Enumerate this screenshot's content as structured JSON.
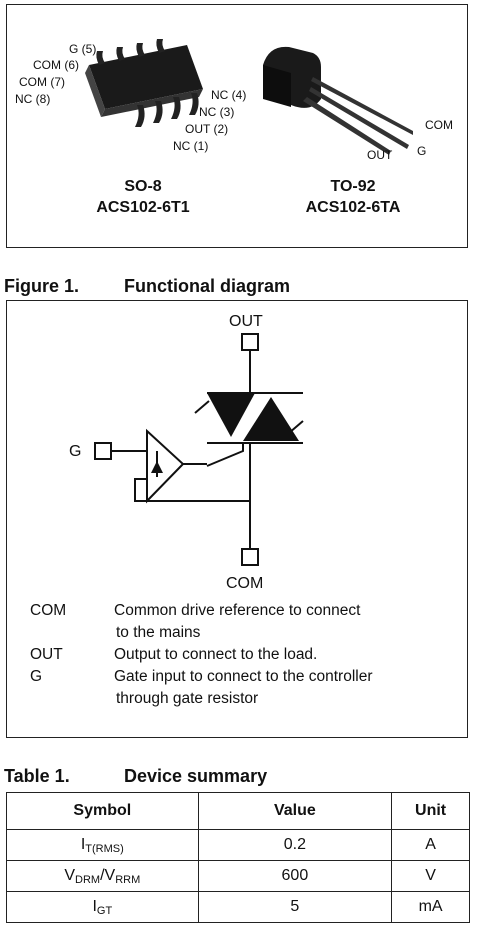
{
  "packages": {
    "so8": {
      "name": "SO-8",
      "part": "ACS102-6T1",
      "pins_left": [
        "G (5)",
        "COM (6)",
        "COM (7)",
        "NC (8)"
      ],
      "pins_right": [
        "NC (4)",
        "NC (3)",
        "OUT (2)",
        "NC (1)"
      ]
    },
    "to92": {
      "name": "TO-92",
      "part": "ACS102-6TA",
      "pins": [
        "COM",
        "OUT",
        "G"
      ]
    }
  },
  "figure": {
    "number": "Figure 1.",
    "title": "Functional diagram",
    "terminals": {
      "out": "OUT",
      "com": "COM",
      "g": "G"
    },
    "legend": [
      {
        "symbol": "COM",
        "line1": "Common drive reference to connect",
        "line2": "to the mains"
      },
      {
        "symbol": "OUT",
        "line1": "Output to connect to the load.",
        "line2": ""
      },
      {
        "symbol": "G",
        "line1": "Gate input to connect to the controller",
        "line2": "through gate resistor"
      }
    ]
  },
  "table": {
    "number": "Table 1.",
    "title": "Device summary",
    "headers": [
      "Symbol",
      "Value",
      "Unit"
    ],
    "rows": [
      {
        "symbol_main": "I",
        "symbol_sub": "T(RMS)",
        "symbol_rest": "",
        "symbol_rest_sub": "",
        "value": "0.2",
        "unit": "A"
      },
      {
        "symbol_main": "V",
        "symbol_sub": "DRM",
        "symbol_rest": "/V",
        "symbol_rest_sub": "RRM",
        "value": "600",
        "unit": "V"
      },
      {
        "symbol_main": "I",
        "symbol_sub": "GT",
        "symbol_rest": "",
        "symbol_rest_sub": "",
        "value": "5",
        "unit": "mA"
      }
    ]
  }
}
